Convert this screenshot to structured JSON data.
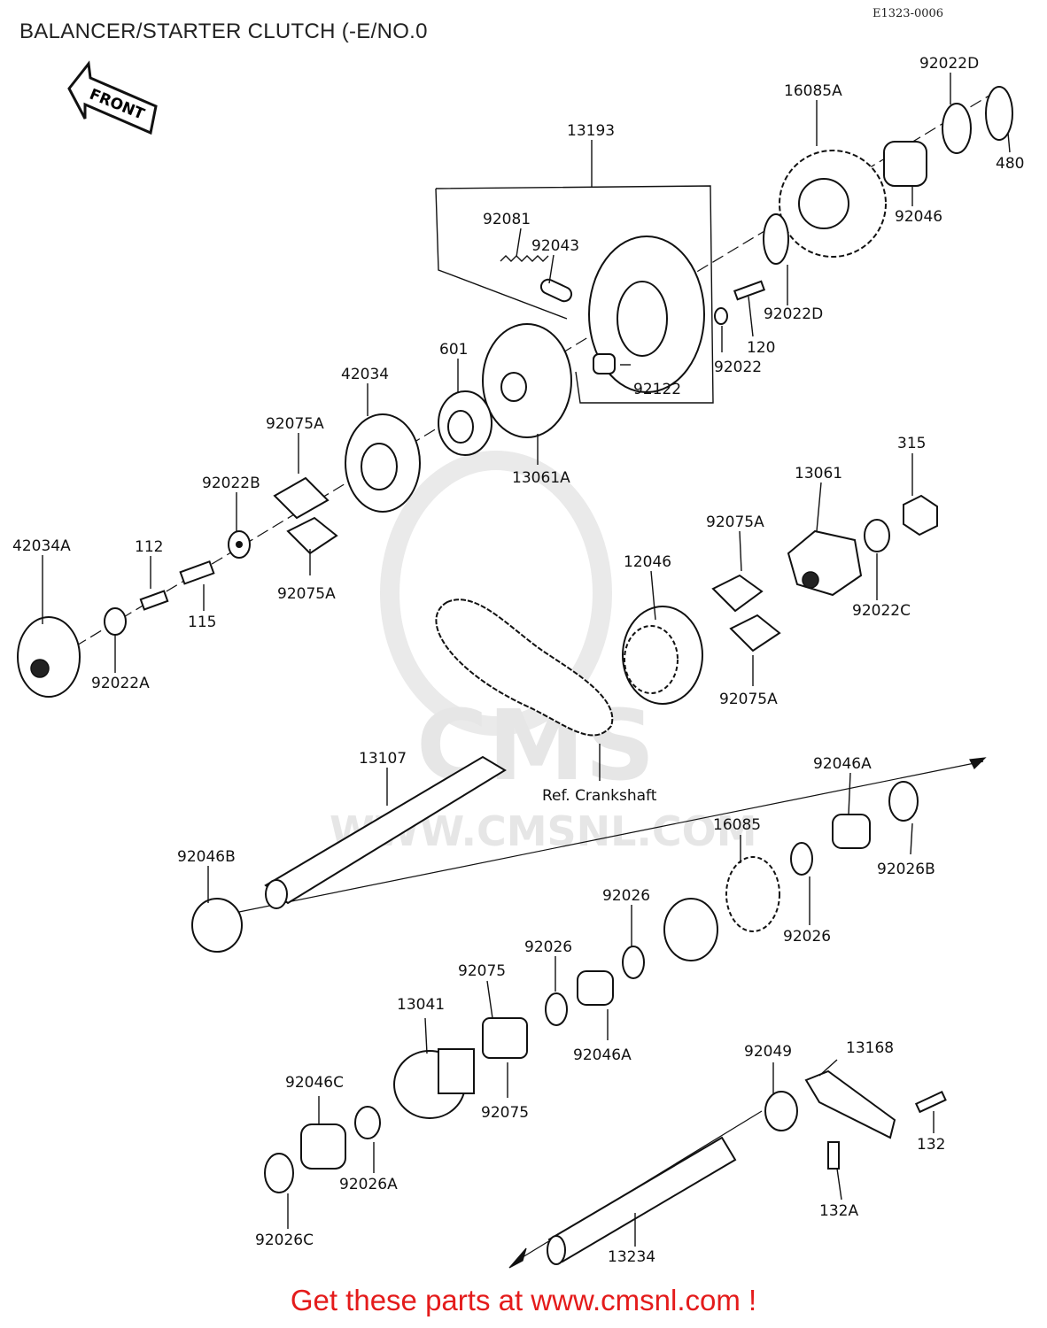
{
  "header": {
    "title": "BALANCER/STARTER CLUTCH (-E/NO.0",
    "code": "E1323-0006"
  },
  "front_arrow": {
    "label": "FRONT"
  },
  "watermark": {
    "logo": "CMS",
    "url": "WWW.CMSNL.COM"
  },
  "labels": {
    "p13193": "13193",
    "p92022D_top": "92022D",
    "p16085A": "16085A",
    "p480": "480",
    "p92046": "92046",
    "p92081": "92081",
    "p92043": "92043",
    "p92022D": "92022D",
    "p120": "120",
    "p92022": "92022",
    "p92122": "92122",
    "p601": "601",
    "p42034": "42034",
    "p13061A": "13061A",
    "p92075A_1": "92075A",
    "p92022B": "92022B",
    "p92075A_2": "92075A",
    "p315": "315",
    "p13061": "13061",
    "p92075A_3": "92075A",
    "p12046": "12046",
    "p92022C": "92022C",
    "p92075A_4": "92075A",
    "p42034A": "42034A",
    "p112": "112",
    "p115": "115",
    "p92022A": "92022A",
    "p13107": "13107",
    "ref": "Ref.  Crankshaft",
    "p92046A_top": "92046A",
    "p16085": "16085",
    "p92026B": "92026B",
    "p92046B": "92046B",
    "p92026_a": "92026",
    "p92026_b": "92026",
    "p92026_c": "92026",
    "p92075_top": "92075",
    "p13041": "13041",
    "p92046A": "92046A",
    "p92075_bot": "92075",
    "p92049": "92049",
    "p13168": "13168",
    "p92046C": "92046C",
    "p132": "132",
    "p92026A": "92026A",
    "p132A": "132A",
    "p92026C": "92026C",
    "p13234": "13234"
  },
  "footer": {
    "text": "Get these parts at www.cmsnl.com !"
  }
}
